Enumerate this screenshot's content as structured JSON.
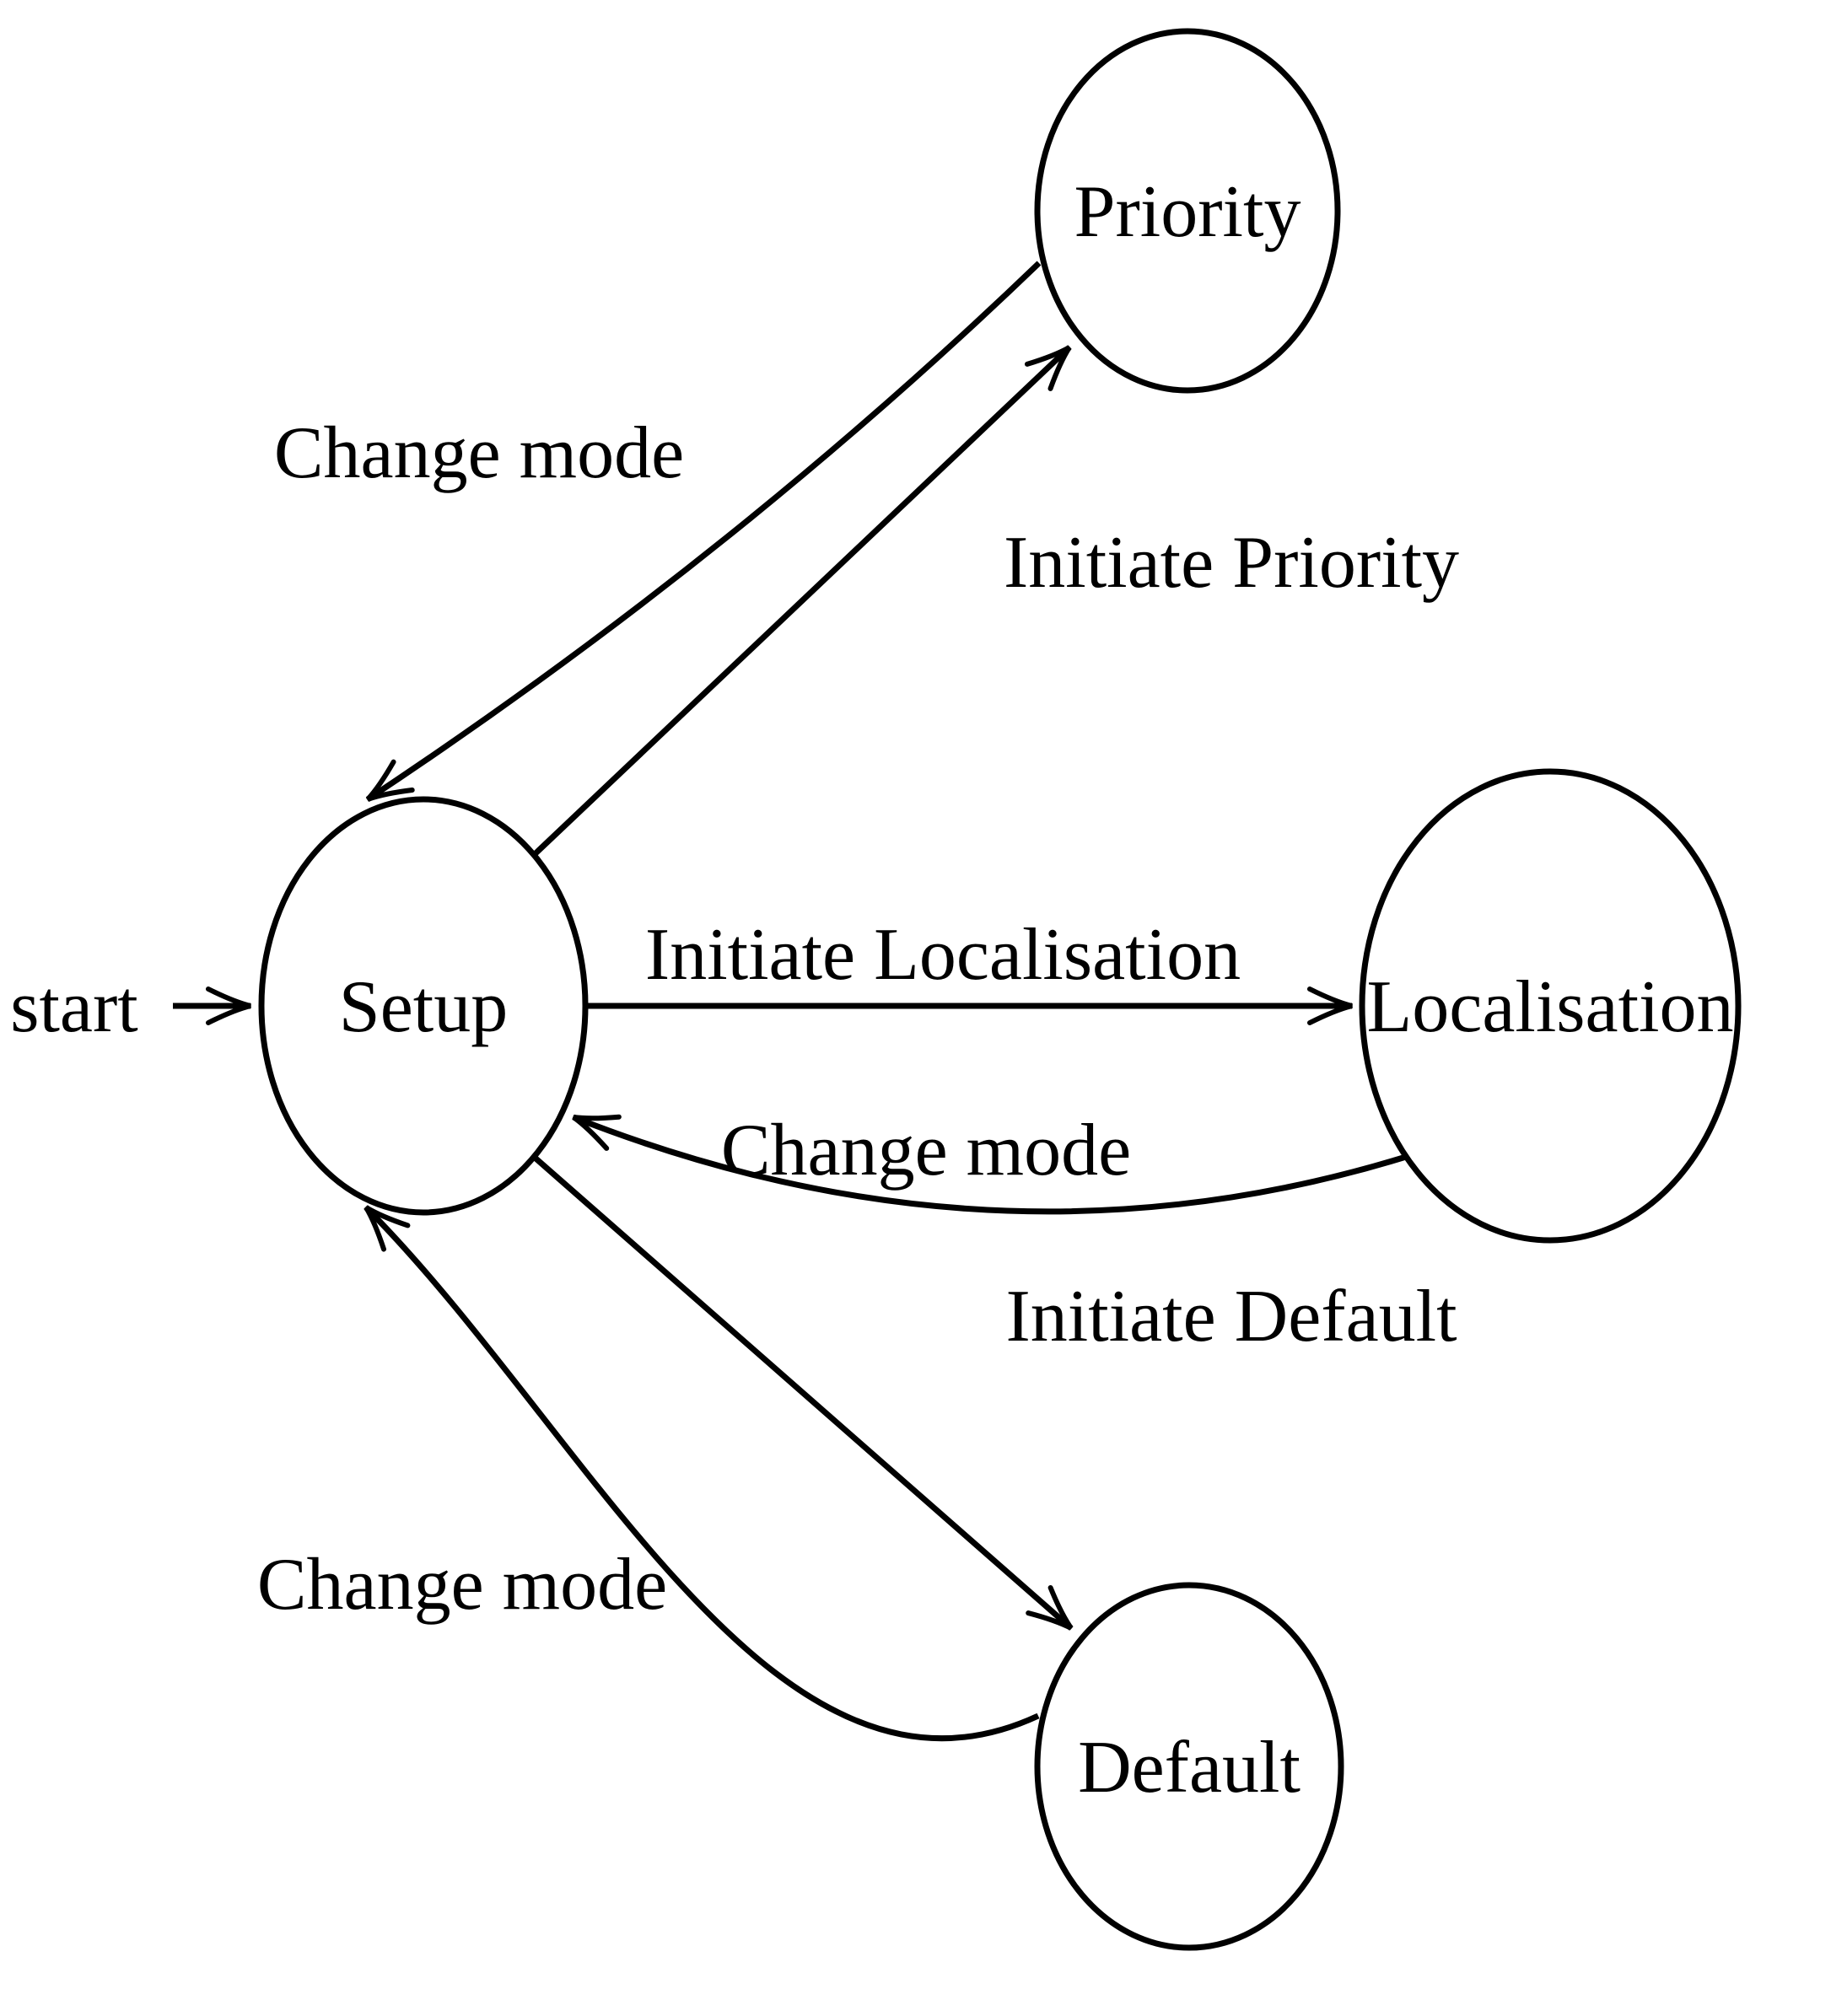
{
  "diagram": {
    "kind": "state-machine",
    "background_color": "#ffffff",
    "stroke_color": "#000000",
    "start_label": "start",
    "states": [
      {
        "id": "setup",
        "label": "Setup",
        "is_initial": true
      },
      {
        "id": "priority",
        "label": "Priority",
        "is_initial": false
      },
      {
        "id": "localisation",
        "label": "Localisation",
        "is_initial": false
      },
      {
        "id": "default",
        "label": "Default",
        "is_initial": false
      }
    ],
    "transitions": [
      {
        "from": "setup",
        "to": "priority",
        "label": "Initiate Priority"
      },
      {
        "from": "priority",
        "to": "setup",
        "label": "Change mode"
      },
      {
        "from": "setup",
        "to": "localisation",
        "label": "Initiate Localisation"
      },
      {
        "from": "localisation",
        "to": "setup",
        "label": "Change mode"
      },
      {
        "from": "setup",
        "to": "default",
        "label": "Initiate Default"
      },
      {
        "from": "default",
        "to": "setup",
        "label": "Change mode"
      }
    ]
  }
}
